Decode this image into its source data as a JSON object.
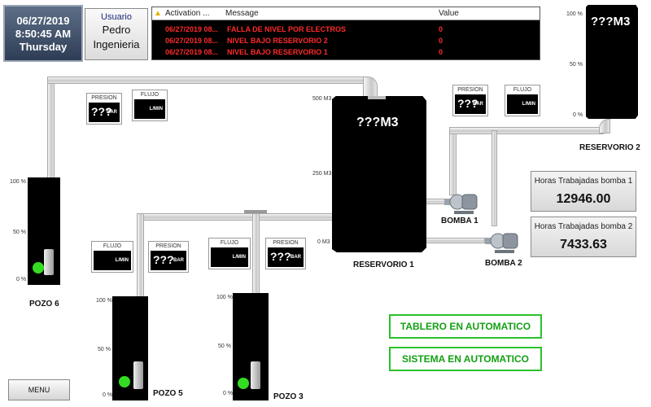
{
  "header": {
    "date": "06/27/2019",
    "time": "8:50:45 AM",
    "weekday": "Thursday",
    "user_role": "Usuario",
    "user_name": "Pedro",
    "user_dept": "Ingenieria"
  },
  "alarms": {
    "columns": {
      "activation": "Activation ...",
      "message": "Message",
      "value": "Value"
    },
    "rows": [
      {
        "time": "06/27/2019 08...",
        "message": "FALLA DE NIVEL POR ELECTROS",
        "value": "0"
      },
      {
        "time": "06/27/2019 08...",
        "message": "NIVEL BAJO RESERVORIO 2",
        "value": "0"
      },
      {
        "time": "06/27/2019 08...",
        "message": "NIVEL BAJO RESERVORIO 1",
        "value": "0"
      }
    ]
  },
  "reservoirs": {
    "r1": {
      "label": "RESERVORIO 1",
      "value": "???M3",
      "scale_top": "500 M3",
      "scale_mid": "250 M3",
      "scale_bot": "0 M3"
    },
    "r2": {
      "label": "RESERVORIO 2",
      "value": "???M3",
      "scale_top": "100 %",
      "scale_mid": "50 %",
      "scale_bot": "0 %"
    }
  },
  "wells": {
    "pozo6": {
      "label": "POZO 6",
      "scale_top": "100 %",
      "scale_mid": "50 %",
      "scale_bot": "0 %"
    },
    "pozo5": {
      "label": "POZO 5",
      "scale_top": "100 %",
      "scale_mid": "50 %",
      "scale_bot": "0 %"
    },
    "pozo3": {
      "label": "POZO 3",
      "scale_top": "100 %",
      "scale_mid": "50 %",
      "scale_bot": "0 %"
    }
  },
  "sensors": {
    "presion_label": "PRESION",
    "flujo_label": "FLUJO",
    "presion_value": "???",
    "presion_unit": "BAR",
    "flujo_unit": "L/MIN"
  },
  "pumps": {
    "b1": "BOMBA 1",
    "b2": "BOMBA 2"
  },
  "hours": {
    "b1_title": "Horas Trabajadas bomba 1",
    "b1_value": "12946.00",
    "b2_title": "Horas Trabajadas bomba 2",
    "b2_value": "7433.63"
  },
  "status": {
    "tablero": "TABLERO EN AUTOMATICO",
    "sistema": "SISTEMA EN AUTOMATICO"
  },
  "menu_label": "MENU"
}
